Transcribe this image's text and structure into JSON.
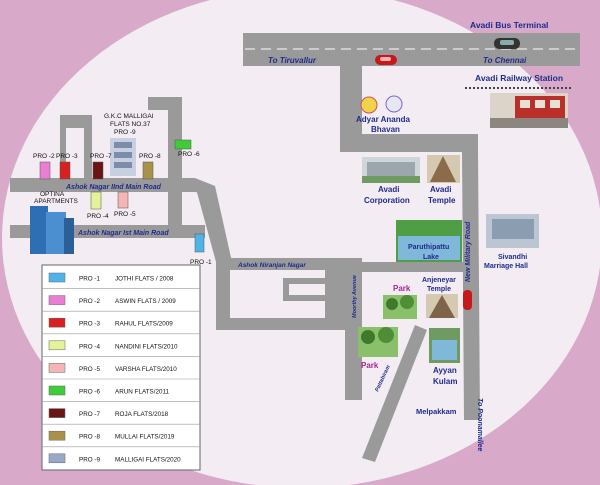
{
  "map": {
    "roads": {
      "to_tiruvallur": "To Tiruvallur",
      "to_chennai": "To Chennai",
      "ashok_nagar_2nd": "Ashok Nagar  IInd Main Road",
      "ashok_nagar_1st": "Ashok Nagar  Ist Main Road",
      "ashok_niranjan": "Ashok Niranjan Nagar",
      "new_military": "New Military Road",
      "to_poonamallee": "To Poonamallee",
      "moorthy_avenue": "Moorthy Avenue",
      "pattabiram": "Pattabiram"
    },
    "landmarks": {
      "avadi_bus_terminal": "Avadi Bus Terminal",
      "avadi_railway_station": "Avadi Railway Station",
      "adyar_ananda_bhavan_1": "Adyar Ananda",
      "adyar_ananda_bhavan_2": "Bhavan",
      "avadi_corporation_1": "Avadi",
      "avadi_corporation_2": "Corporation",
      "avadi_temple_1": "Avadi",
      "avadi_temple_2": "Temple",
      "paruthipattu_lake_1": "Paruthipattu",
      "paruthipattu_lake_2": "Lake",
      "sivandhi_hall_1": "Sivandhi",
      "sivandhi_hall_2": "Marriage Hall",
      "anjaneyar_temple_1": "Anjeneyar",
      "anjaneyar_temple_2": "Temple",
      "park_1": "Park",
      "park_2": "Park",
      "ayyan_kulam_1": "Ayyan",
      "ayyan_kulam_2": "Kulam",
      "melpakkam": "Melpakkam",
      "optina_1": "OPTINA",
      "optina_2": "APARTMENTS",
      "gkc_1": "G.K.C MALLIGAI",
      "gkc_2": "FLATS NO.37",
      "gkc_3": "PRO -9"
    },
    "markers": {
      "pro1": "PRO -1",
      "pro2": "PRO -2",
      "pro3": "PRO -3",
      "pro4": "PRO -4",
      "pro5": "PRO -5",
      "pro6": "PRO -6",
      "pro7": "PRO -7",
      "pro8": "PRO -8"
    }
  },
  "legend": {
    "items": [
      {
        "code": "PRO -1",
        "name": "JOTHI FLATS / 2008",
        "color": "#4fb3e8"
      },
      {
        "code": "PRO -2",
        "name": "ASWIN FLATS / 2009",
        "color": "#e97fd3"
      },
      {
        "code": "PRO -3",
        "name": "RAHUL FLATS/2009",
        "color": "#d92020"
      },
      {
        "code": "PRO -4",
        "name": "NANDINI FLATS/2010",
        "color": "#e5f29a"
      },
      {
        "code": "PRO -5",
        "name": "VARSHA FLATS/2010",
        "color": "#f3b5b5"
      },
      {
        "code": "PRO -6",
        "name": "ARUN FLATS/2011",
        "color": "#3fcc3a"
      },
      {
        "code": "PRO -7",
        "name": "ROJA FLATS/2018",
        "color": "#6b1414"
      },
      {
        "code": "PRO -8",
        "name": "MULLAI FLATS/2019",
        "color": "#a8924a"
      },
      {
        "code": "PRO -9",
        "name": "MALLIGAI FLATS/2020",
        "color": "#9aa8c8"
      }
    ]
  },
  "colors": {
    "background": "#d8a9c9",
    "map_surface": "#f3ecf2",
    "road": "#9a9a9a",
    "label_blue": "#1f2c8c",
    "park_purple": "#a5268f"
  }
}
